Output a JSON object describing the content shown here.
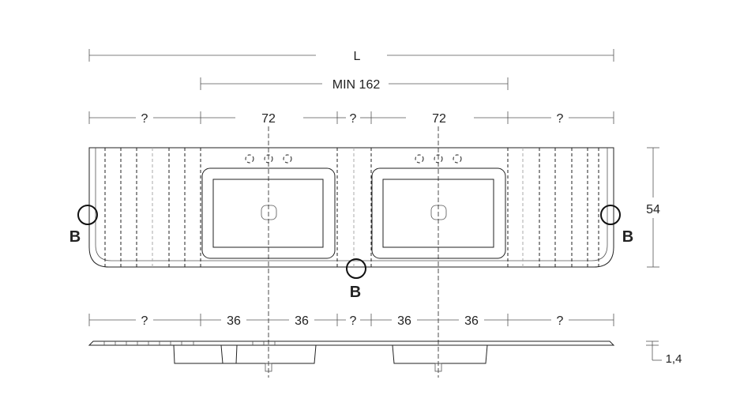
{
  "dimensions": {
    "total_length": "L",
    "min_span": "MIN 162",
    "top_row": [
      "?",
      "72",
      "?",
      "72",
      "?"
    ],
    "bottom_row": [
      "?",
      "36",
      "36",
      "?",
      "36",
      "36",
      "?"
    ],
    "depth": "54",
    "thickness": "1,4"
  },
  "detail_markers": [
    "B",
    "B",
    "B"
  ]
}
